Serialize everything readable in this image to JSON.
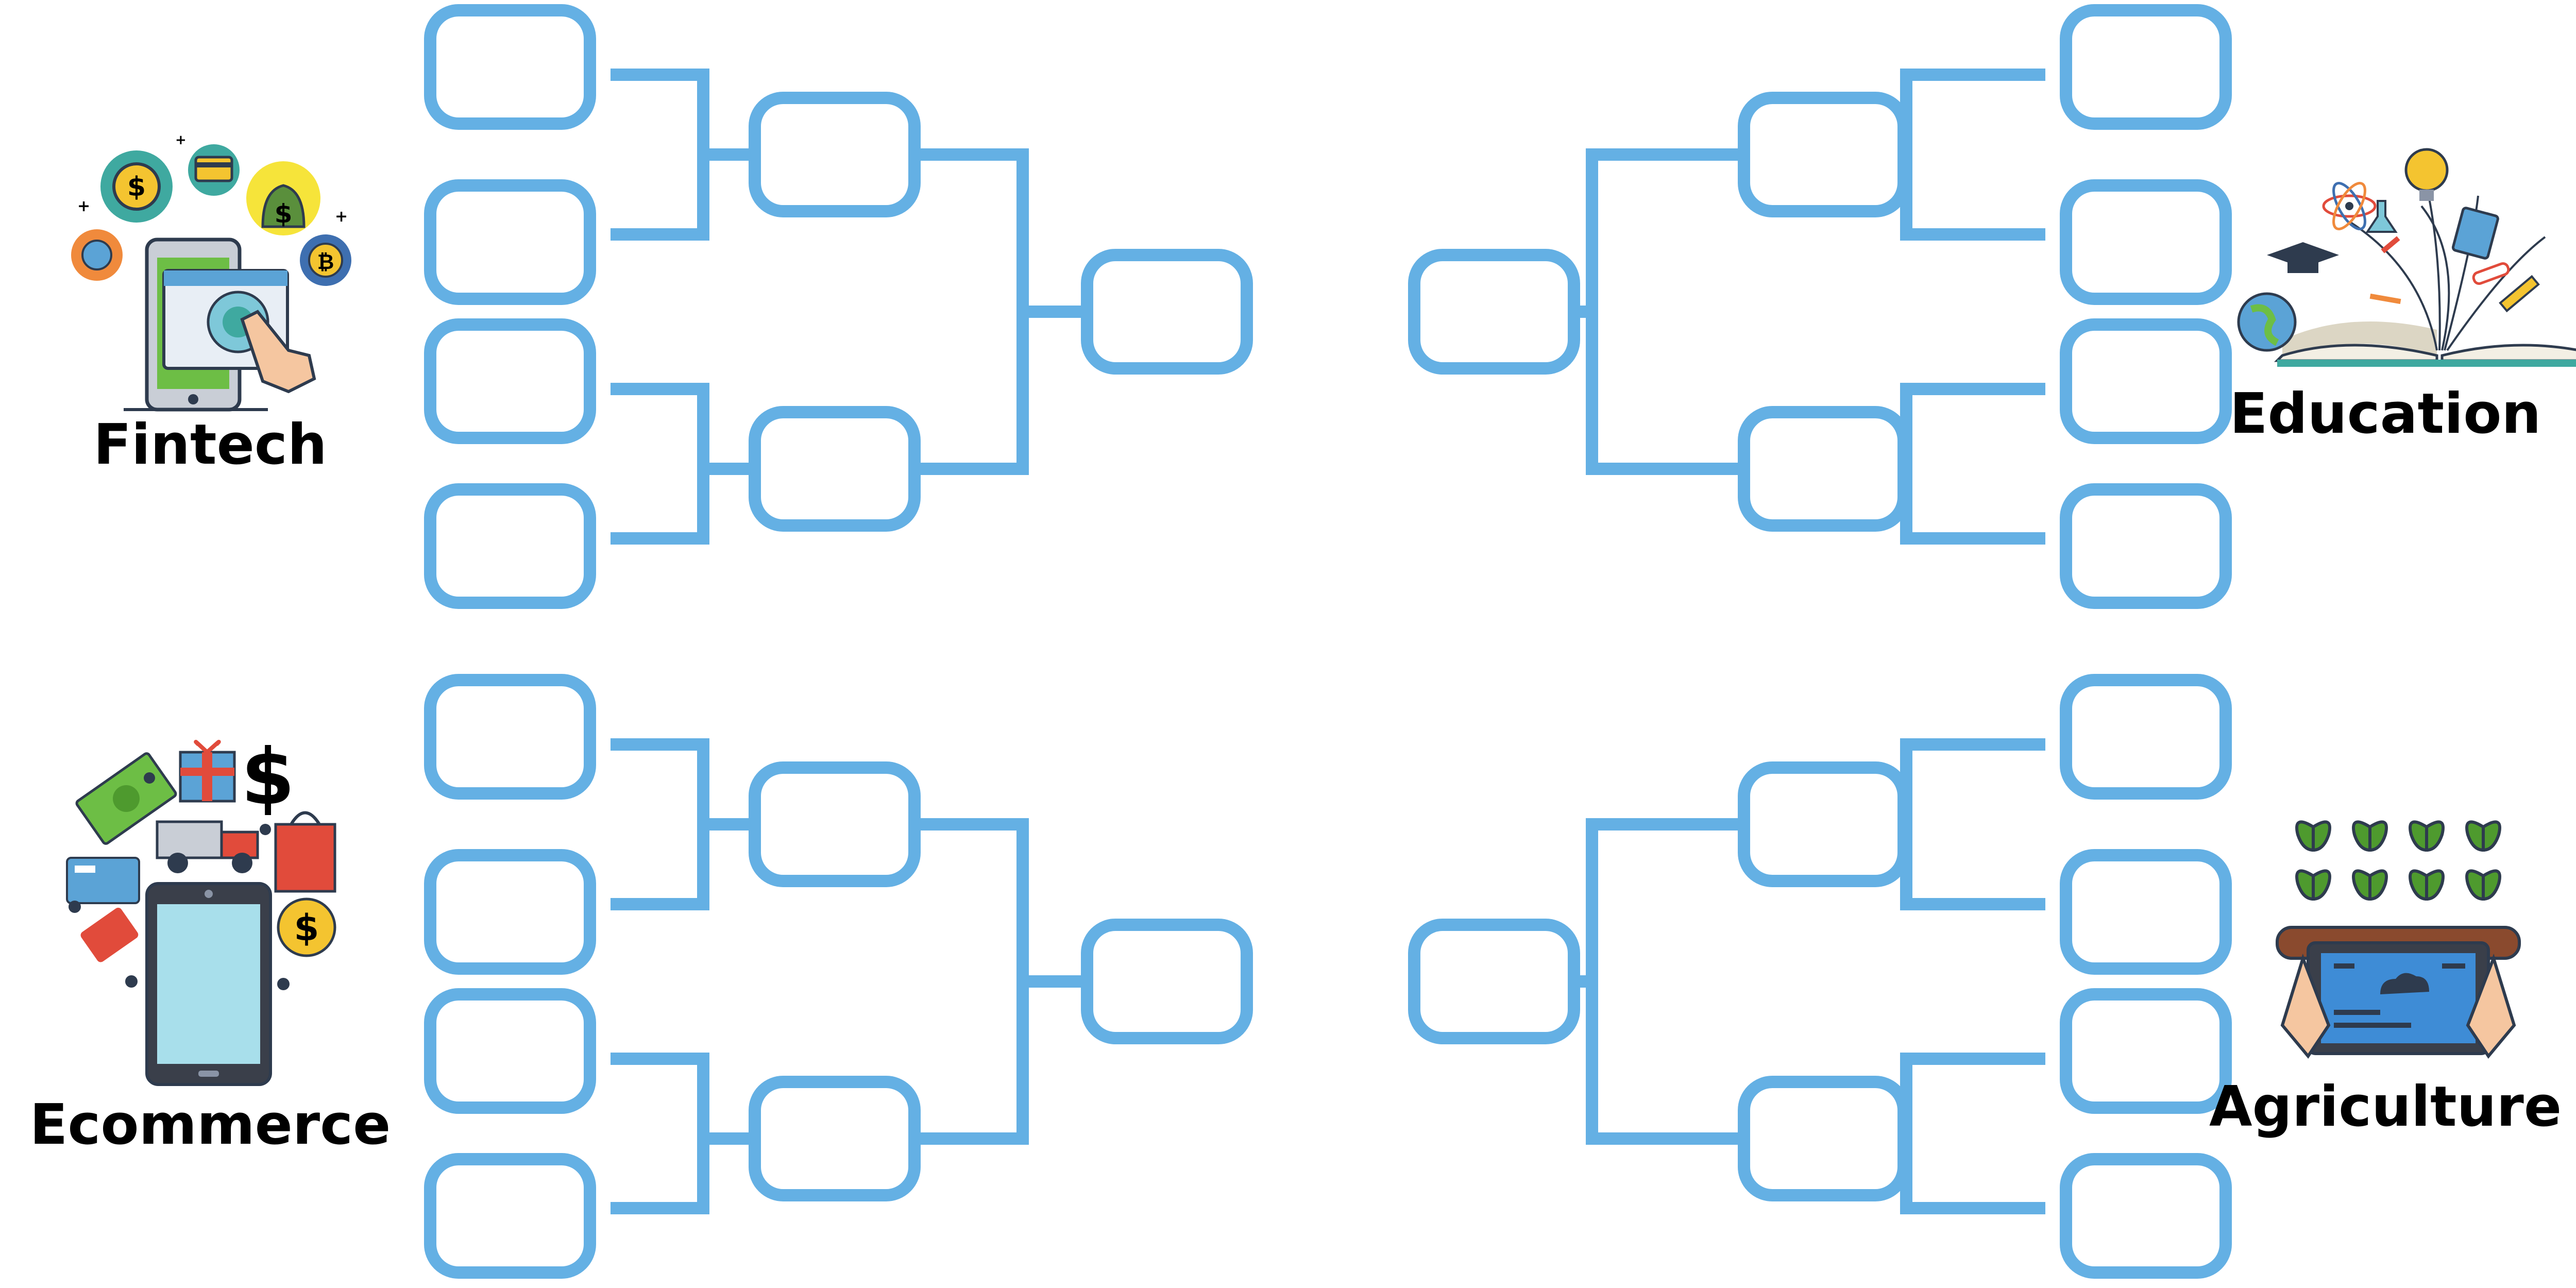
{
  "categories": {
    "fintech": "Fintech",
    "education": "Education",
    "ecommerce": "Ecommerce",
    "agriculture": "Agriculture"
  },
  "colors": {
    "bracket": "#64B0E4",
    "background": "#FFFFFF",
    "label": "#000000"
  },
  "icons": {
    "fintech": "fintech-phone-coins-icon",
    "education": "education-open-book-icon",
    "ecommerce": "ecommerce-phone-shopping-icon",
    "agriculture": "agriculture-tablet-plants-icon"
  }
}
